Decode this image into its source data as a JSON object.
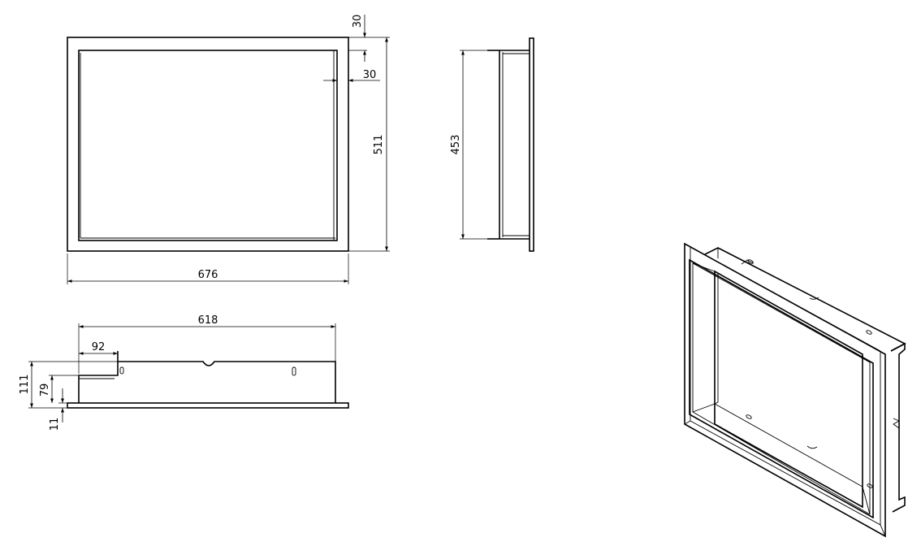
{
  "front_view": {
    "width_label": "676",
    "height_label": "511",
    "frame_top_label": "30",
    "frame_side_label": "30"
  },
  "side_view": {
    "inner_height_label": "453"
  },
  "top_view": {
    "depth_width_label": "618",
    "offset_label": "92",
    "total_height_label": "111",
    "box_height_label": "79",
    "flange_label": "11"
  }
}
